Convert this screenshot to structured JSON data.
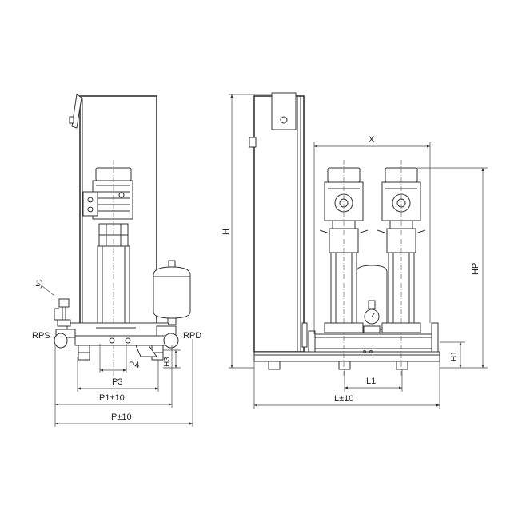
{
  "labels": {
    "note": "1)",
    "rps": "RPS",
    "rpd": "RPD",
    "p": "P±10",
    "p1": "P1±10",
    "p3": "P3",
    "p4": "P4",
    "h3": "H3",
    "h": "H",
    "x": "X",
    "hp": "HP",
    "h1": "H1",
    "l1": "L1",
    "l": "L±10"
  },
  "colors": {
    "line": "#333333",
    "background": "#ffffff"
  }
}
